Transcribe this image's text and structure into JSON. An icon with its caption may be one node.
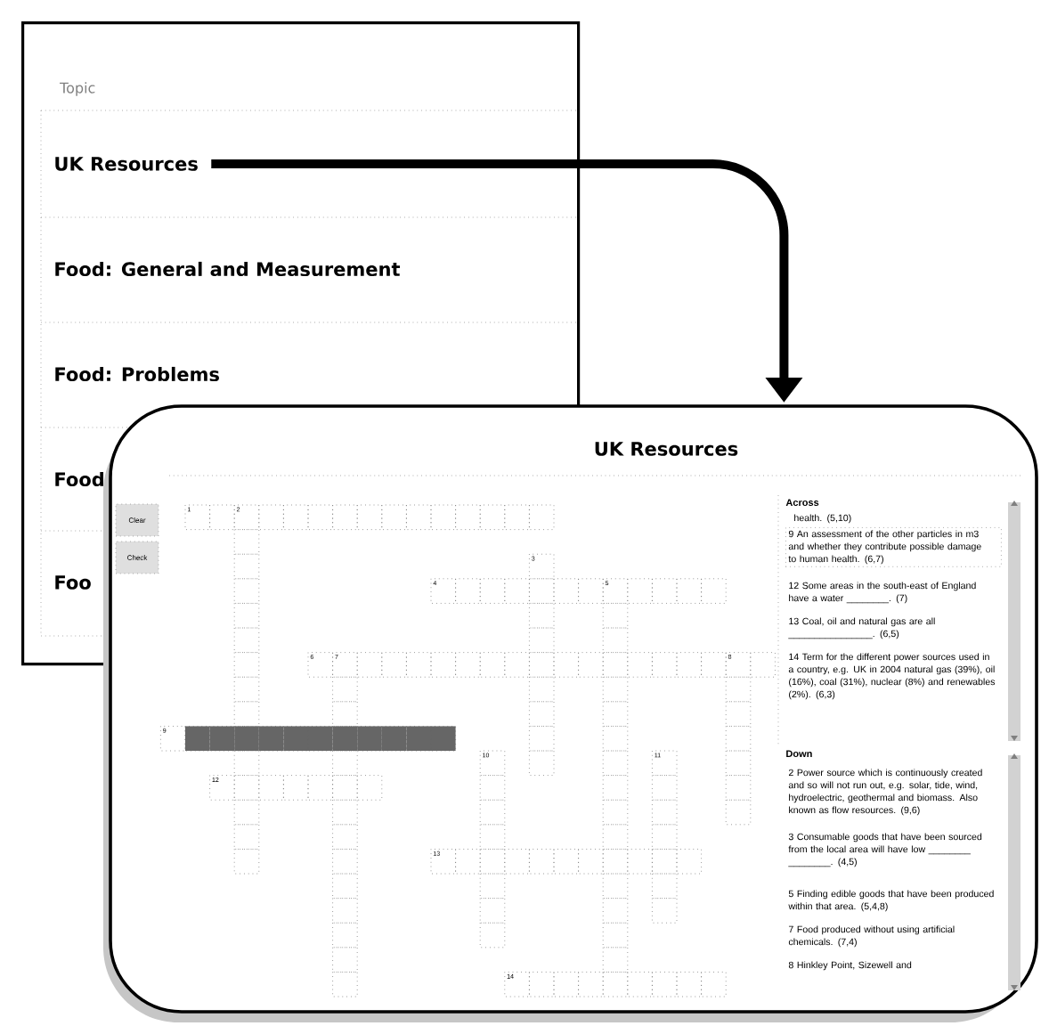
{
  "diagram": {
    "nodes": [
      {
        "text": [
          "Topic"
        ]
      },
      {
        "text": [
          "UK Resources"
        ],
        "in": 0
      },
      {
        "text": [
          "Food: General and Measurement"
        ],
        "in": 0
      },
      {
        "text": [
          "Food: Problems"
        ],
        "in": 0
      },
      {
        "text": [
          "Food"
        ],
        "in": 0
      },
      {
        "text": [
          "Foo"
        ],
        "in": 0
      },
      {
        "text": [
          "UK Resources"
        ]
      },
      {
        "text": [
          "Clear"
        ]
      },
      {
        "text": [
          "Check"
        ]
      }
    ],
    "edges": [
      {
        "from": 1,
        "to": 6,
        "arrow": "to"
      }
    ],
    "labels": [
      "1",
      "2",
      "3",
      "4",
      "5",
      "6",
      "7",
      "8",
      "9",
      "10",
      "11",
      "12",
      "13",
      "14",
      "Across",
      "health. (5,10)",
      "9 An assessment of the other particles in m3 and whether they contribute possible damage to human health. (6,7)",
      "12 Some areas in the south-east of England have a water ________. (7)",
      "13 Coal, oil and natural gas are all ________________. (6,5)",
      "14 Term for the different power sources used in a country, e.g. UK in 2004 natural gas (39%), oil (16%), coal (31%), nuclear (8%) and renewables (2%). (6,3)",
      "Down",
      "2 Power source which is continuously created and so will not run out, e.g. solar, tide, wind, hydroelectric, geothermal and biomass. Also known as flow resources. (9,6)",
      "3 Consumable goods that have been sourced from the local area will have low ________ ________. (4,5)",
      "5 Finding edible goods that have been produced within that area. (5,4,8)",
      "7 Food produced without using artificial chemicals. (7,4)",
      "8 Hinkley Point, Sizewell and"
    ]
  }
}
